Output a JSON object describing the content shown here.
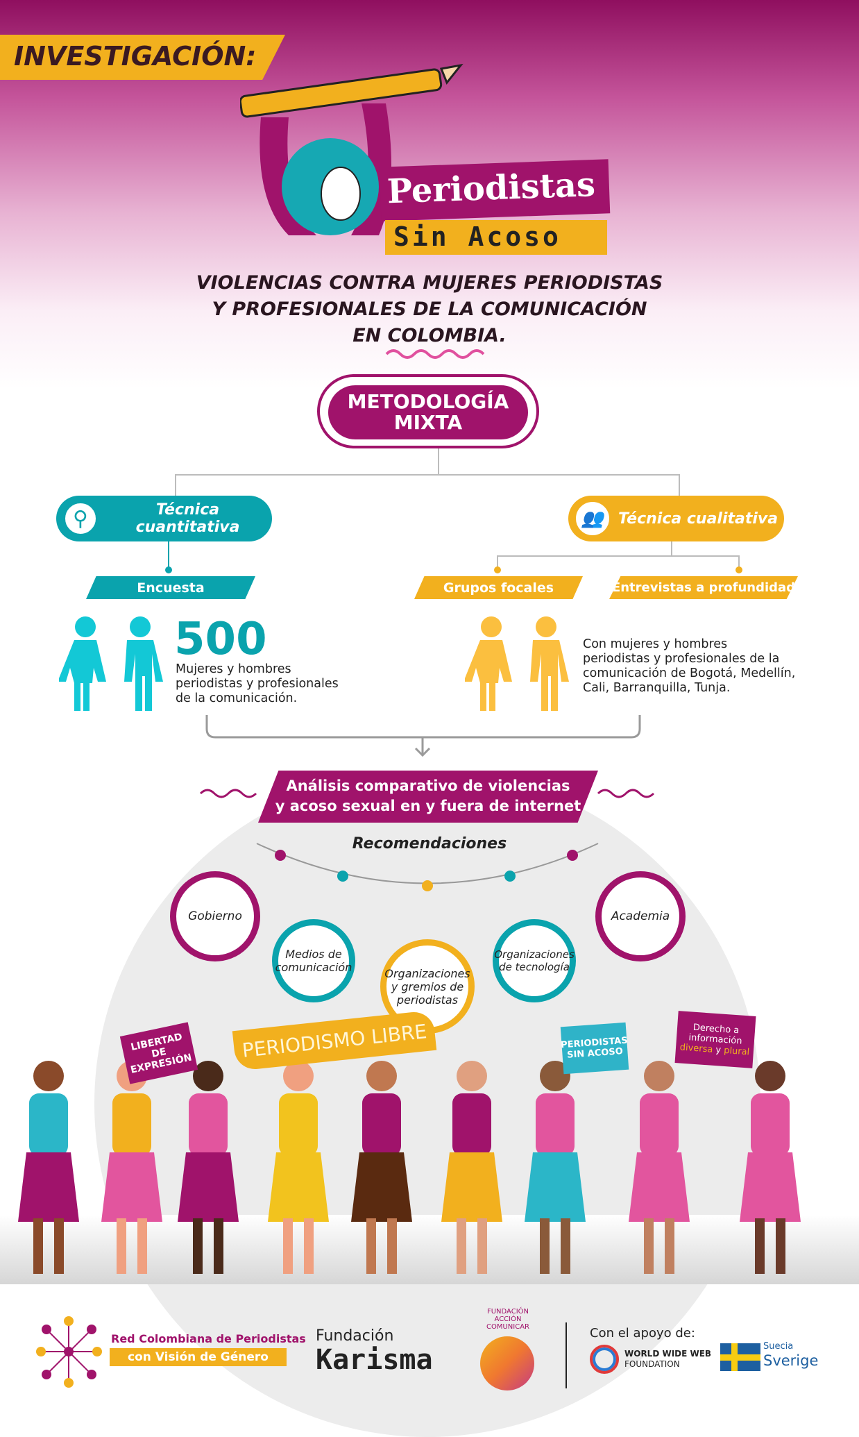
{
  "header": {
    "kicker": "INVESTIGACIÓN:",
    "logo_line1": "Periodistas",
    "logo_line2": "Sin Acoso",
    "subtitle_lines": [
      "VIOLENCIAS CONTRA MUJERES PERIODISTAS",
      "Y PROFESIONALES DE LA COMUNICACIÓN",
      "EN COLOMBIA."
    ]
  },
  "method": {
    "title_line1": "METODOLOGÍA",
    "title_line2": "MIXTA"
  },
  "quantitative": {
    "label": "Técnica cuantitativa",
    "icon": "magnifier-icon",
    "branch": "Encuesta",
    "number": "500",
    "description": "Mujeres y hombres periodistas y profesionales de la comunicación."
  },
  "qualitative": {
    "label": "Técnica cualitativa",
    "icon": "group-chat-icon",
    "branches": [
      "Grupos focales",
      "Entrevistas a profundidad"
    ],
    "description": "Con mujeres y hombres periodistas y profesionales de la comunicación de Bogotá, Medellín, Cali, Barranquilla, Tunja."
  },
  "analysis": {
    "line1": "Análisis comparativo de violencias",
    "line2": "y acoso sexual en y fuera de internet"
  },
  "recommendations": {
    "title": "Recomendaciones",
    "targets": [
      "Gobierno",
      "Medios de comunicación",
      "Organizaciones y gremios de periodistas",
      "Organizaciones de tecnología",
      "Academia"
    ]
  },
  "signs": {
    "libertad": "LIBERTAD DE EXPRESIÓN",
    "banner": "PERIODISMO LIBRE",
    "sin_acoso": "PERIODISTAS SIN ACOSO",
    "derecho_1": "Derecho a información",
    "derecho_2": "diversa",
    "derecho_3": "y",
    "derecho_4": "plural"
  },
  "footer": {
    "red_line1": "Red Colombiana de Periodistas",
    "red_line2": "con Visión de Género",
    "karisma_1": "Fundación",
    "karisma_2": "Karisma",
    "accion": "FUNDACIÓN ACCIÓN COMUNICAR",
    "support": "Con el apoyo de:",
    "www_1": "WORLD WIDE WEB",
    "www_2": "FOUNDATION",
    "sweden_1": "Suecia",
    "sweden_2": "Sverige"
  },
  "colors": {
    "magenta": "#a0136b",
    "teal": "#0aa3ad",
    "yellow": "#f2b01e",
    "figure_cyan": "#13c8d6",
    "figure_yellow": "#fbbf3f"
  }
}
